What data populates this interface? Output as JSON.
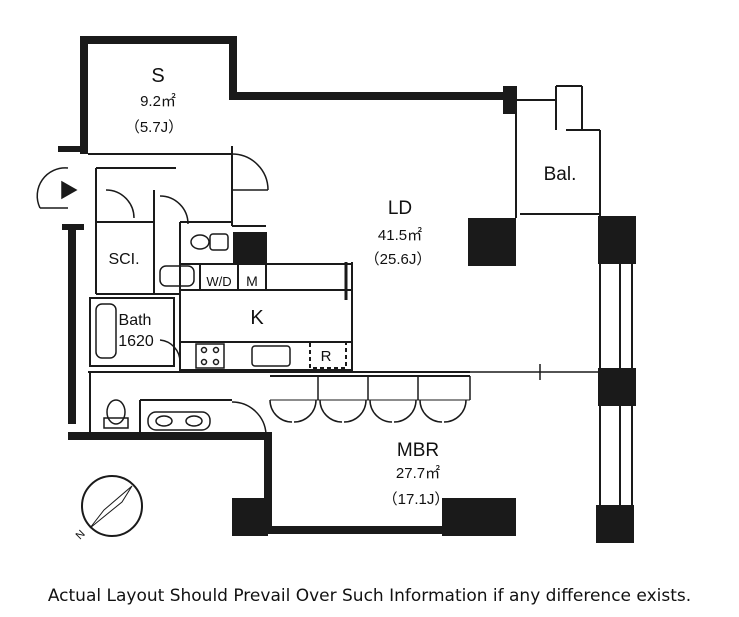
{
  "rooms": {
    "s": {
      "name": "S",
      "area": "9.2㎡",
      "tatami": "（5.7J）"
    },
    "ld": {
      "name": "LD",
      "area": "41.5㎡",
      "tatami": "（25.6J）"
    },
    "mbr": {
      "name": "MBR",
      "area": "27.7㎡",
      "tatami": "（17.1J）"
    },
    "bal": {
      "name": "Bal."
    },
    "sci": {
      "name": "SCI."
    },
    "k": {
      "name": "K"
    },
    "bath": {
      "name": "Bath",
      "size": "1620"
    },
    "wd": {
      "name": "W/D"
    },
    "m": {
      "name": "M"
    },
    "r": {
      "name": "R"
    }
  },
  "compass": {
    "label": "N"
  },
  "disclaimer": "Actual Layout Should Prevail Over Such Information if any difference exists."
}
